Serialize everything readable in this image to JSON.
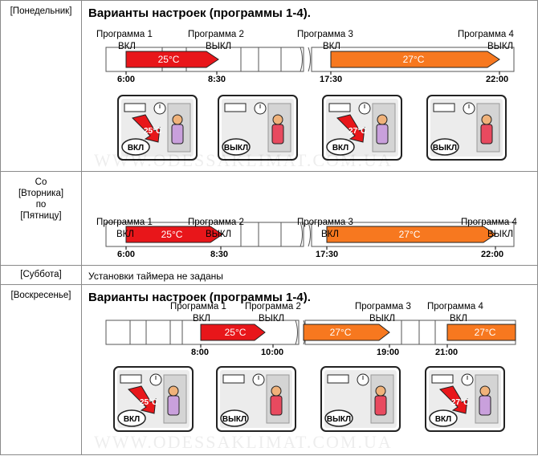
{
  "days": {
    "mon": "[Понедельник]",
    "tuefri_1": "Со",
    "tuefri_2": "[Вторника]",
    "tuefri_3": "по",
    "tuefri_4": "[Пятницу]",
    "sat": "[Суббота]",
    "sun": "[Воскресенье]"
  },
  "section_title": "Варианты настроек (программы 1-4).",
  "sat_note": "Установки таймера не заданы",
  "watermark": "WWW.ODESSAKLIMAT.COM.UA",
  "colors": {
    "red": "#e8161a",
    "orange": "#f7781f"
  },
  "rows": {
    "mon": {
      "p1": "Программа 1",
      "p1s": "ВКЛ",
      "p2": "Программа 2",
      "p2s": "ВЫКЛ",
      "p3": "Программа 3",
      "p3s": "ВКЛ",
      "p4": "Программа 4",
      "p4s": "ВЫКЛ",
      "t1": "6:00",
      "t2": "8:30",
      "t3": "17:30",
      "t4": "22:00",
      "temp1": "25°C",
      "temp2": "27°C",
      "scenes": [
        {
          "state": "ВКЛ",
          "temp": "25°C"
        },
        {
          "state": "ВЫКЛ"
        },
        {
          "state": "ВКЛ",
          "temp": "27°C"
        },
        {
          "state": "ВЫКЛ"
        }
      ]
    },
    "tue": {
      "p1": "Программа 1",
      "p1s": "ВКЛ",
      "p2": "Программа 2",
      "p2s": "ВЫКЛ",
      "p3": "Программа 3",
      "p3s": "ВКЛ",
      "p4": "Программа 4",
      "p4s": "ВЫКЛ",
      "t1": "6:00",
      "t2": "8:30",
      "t3": "17:30",
      "t4": "22:00",
      "temp1": "25°C",
      "temp2": "27°C"
    },
    "sun": {
      "p1": "Программа 1",
      "p1s": "ВКЛ",
      "p2": "Программа 2",
      "p2s": "ВЫКЛ",
      "p3": "Программа 3",
      "p3s": "ВЫКЛ",
      "p4": "Программа 4",
      "p4s": "ВКЛ",
      "t1": "8:00",
      "t2": "10:00",
      "t3": "19:00",
      "t4": "21:00",
      "temp1": "25°C",
      "temp2": "27°C",
      "temp3": "27°C",
      "scenes": [
        {
          "state": "ВКЛ",
          "temp": "25°C"
        },
        {
          "state": "ВЫКЛ"
        },
        {
          "state": "ВЫКЛ"
        },
        {
          "state": "ВКЛ",
          "temp": "27°C"
        }
      ]
    }
  }
}
